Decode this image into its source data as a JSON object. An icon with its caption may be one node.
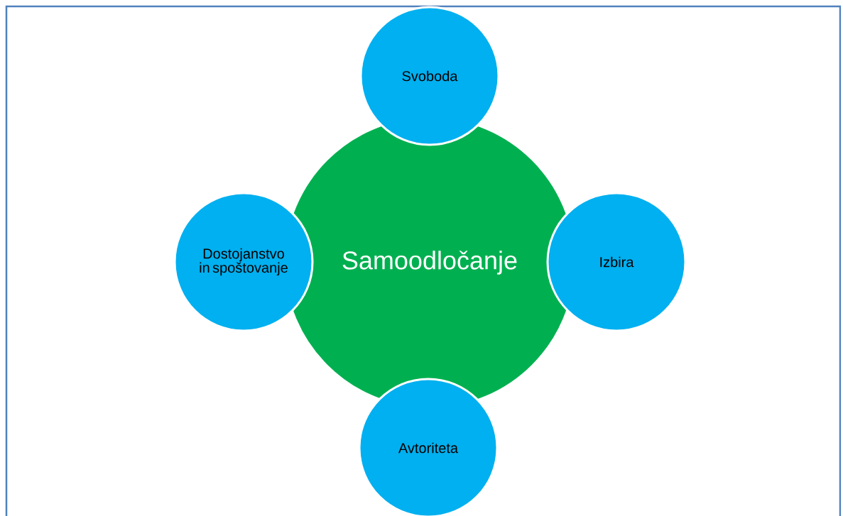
{
  "diagram": {
    "nodes": [
      {
        "text": [
          "Samoodločanje"
        ]
      },
      {
        "text": [
          "Svoboda"
        ]
      },
      {
        "text": [
          "Dostojanstvo in spoštovanje"
        ]
      },
      {
        "text": [
          "Izbira"
        ]
      },
      {
        "text": [
          "Avtoriteta"
        ]
      }
    ]
  }
}
